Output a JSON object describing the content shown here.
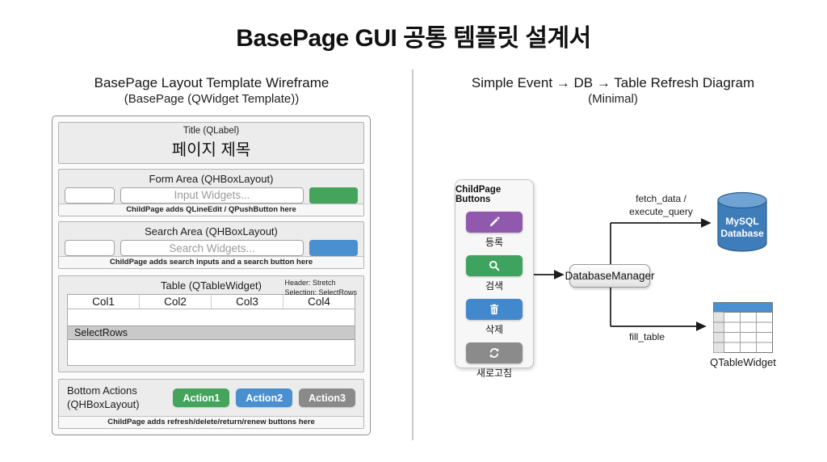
{
  "header": {
    "title": "BasePage GUI 공통 템플릿 설계서"
  },
  "left_panel": {
    "heading": "BasePage Layout Template Wireframe",
    "subheading": "(BasePage (QWidget Template))",
    "title_section": {
      "label": "Title (QLabel)",
      "value": "페이지 제목"
    },
    "form_section": {
      "label": "Form Area (QHBoxLayout)",
      "input_placeholder": "Input Widgets...",
      "button_color": "#44a45c",
      "note": "ChildPage adds QLineEdit / QPushButton here"
    },
    "search_section": {
      "label": "Search Area (QHBoxLayout)",
      "input_placeholder": "Search Widgets...",
      "button_color": "#4a8fd0",
      "note": "ChildPage adds search inputs and a search button here"
    },
    "table_section": {
      "label": "Table (QTableWidget)",
      "annotation_line1": "Header: Stretch",
      "annotation_line2": "Selection: SelectRows",
      "columns": [
        "Col1",
        "Col2",
        "Col3",
        "Col4"
      ],
      "selected_row_label": "SelectRows"
    },
    "bottom_section": {
      "label_line1": "Bottom Actions",
      "label_line2": "(QHBoxLayout)",
      "actions": [
        {
          "label": "Action1",
          "color": "#44a45c"
        },
        {
          "label": "Action2",
          "color": "#4a8fd0"
        },
        {
          "label": "Action3",
          "color": "#8a8a8a"
        }
      ],
      "note": "ChildPage adds refresh/delete/return/renew buttons here"
    }
  },
  "right_panel": {
    "heading": "Simple Event → DB → Table Refresh Diagram",
    "subheading": "(Minimal)",
    "buttons_box": {
      "label": "ChildPage Buttons",
      "buttons": [
        {
          "icon": "pencil-icon",
          "label": "등록",
          "color": "#9059ad"
        },
        {
          "icon": "search-icon",
          "label": "검색",
          "color": "#3da35f"
        },
        {
          "icon": "trash-icon",
          "label": "삭제",
          "color": "#4189cc"
        },
        {
          "icon": "refresh-icon",
          "label": "새로고침",
          "color": "#8b8b8b"
        }
      ]
    },
    "manager_node": {
      "label": "DatabaseManager"
    },
    "database_node": {
      "line1": "MySQL",
      "line2": "Database"
    },
    "edges": {
      "fetch_line1": "fetch_data /",
      "fetch_line2": "execute_query",
      "fill_label": "fill_table"
    },
    "table_node": {
      "label": "QTableWidget"
    }
  }
}
